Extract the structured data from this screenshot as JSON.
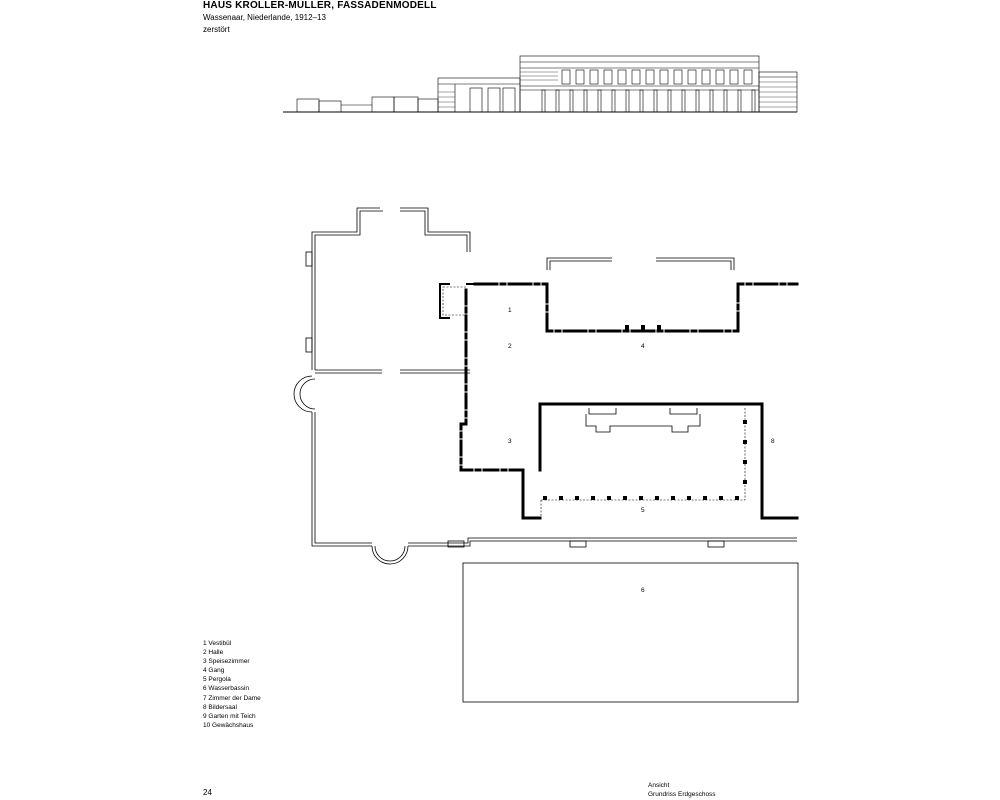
{
  "header": {
    "title": "HAUS KRÖLLER-MÜLLER, FASSADENMODELL",
    "subtitle": "Wassenaar, Niederlande, 1912–13",
    "status": "zerstört"
  },
  "plan_labels": [
    "1",
    "2",
    "3",
    "4",
    "5",
    "6",
    "8"
  ],
  "legend": [
    "1 Vestibül",
    "2 Halle",
    "3 Speisezimmer",
    "4 Gang",
    "5 Pergola",
    "6 Wasserbassin",
    "7 Zimmer der Dame",
    "8 Bildersaal",
    "9 Garten mit Teich",
    "10 Gewächshaus"
  ],
  "caption": {
    "line1": "Ansicht",
    "line2": "Grundriss Erdgeschoss"
  },
  "page_number": "24"
}
